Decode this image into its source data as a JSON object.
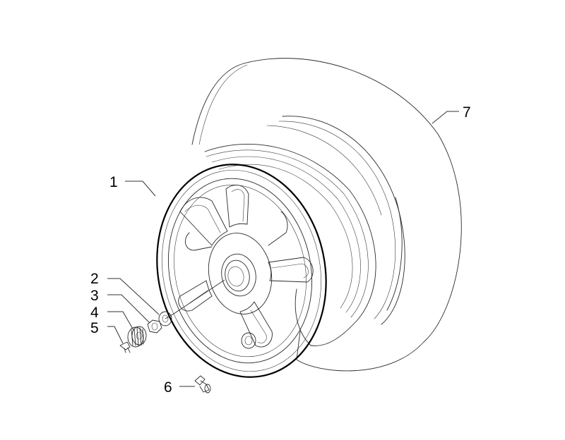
{
  "callouts": [
    {
      "label": "1",
      "part": "rim",
      "icon": "rim-icon"
    },
    {
      "label": "2",
      "part": "washer",
      "icon": "washer-icon"
    },
    {
      "label": "3",
      "part": "nut",
      "icon": "nut-icon"
    },
    {
      "label": "4",
      "part": "castle-nut",
      "icon": "castle-nut-icon"
    },
    {
      "label": "5",
      "part": "cotter-pin",
      "icon": "cotter-pin-icon"
    },
    {
      "label": "6",
      "part": "valve",
      "icon": "valve-icon"
    },
    {
      "label": "7",
      "part": "tire",
      "icon": "tire-icon"
    }
  ],
  "colors": {
    "line": "#2a2a2a",
    "background": "#ffffff"
  }
}
